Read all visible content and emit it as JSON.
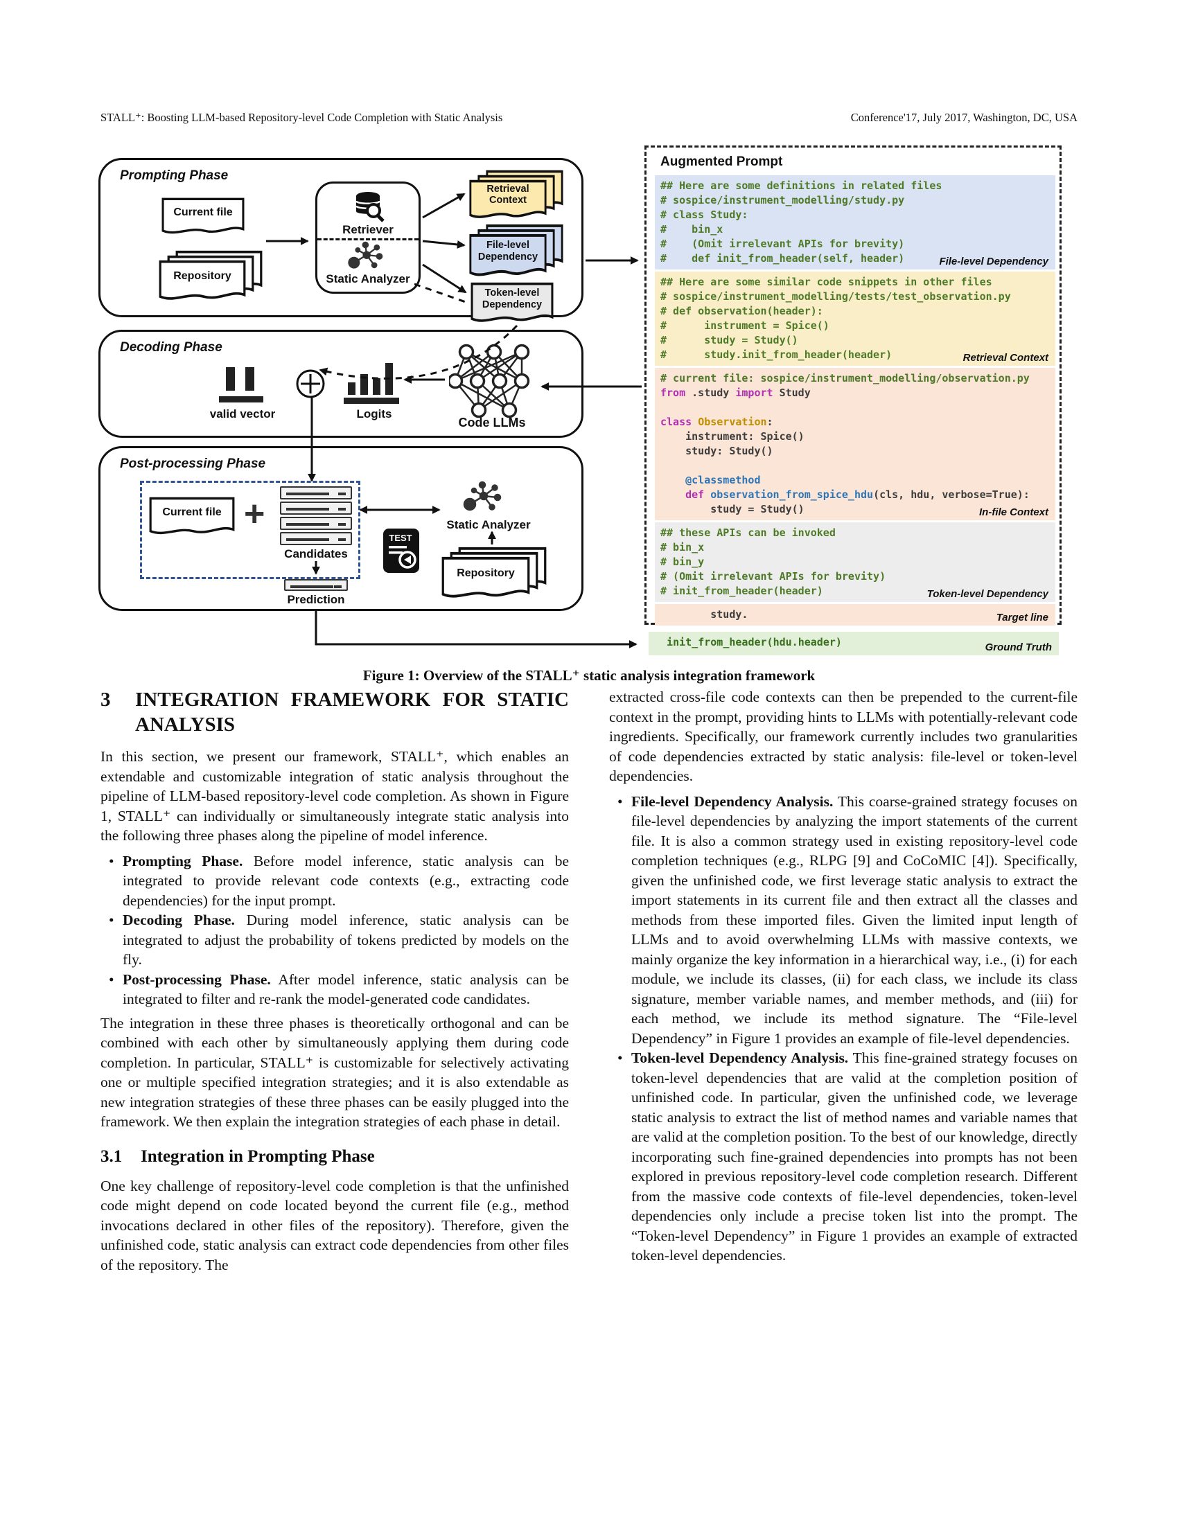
{
  "page": {
    "header_left": "STALL⁺: Boosting LLM-based Repository-level Code Completion with Static Analysis",
    "header_right": "Conference'17, July 2017, Washington, DC, USA",
    "caption": "Figure 1: Overview of the STALL⁺ static analysis integration framework"
  },
  "diagram": {
    "phase_prompting": "Prompting Phase",
    "phase_decoding": "Decoding Phase",
    "phase_post": "Post-processing Phase",
    "current_file": "Current file",
    "repository": "Repository",
    "retriever": "Retriever",
    "static_analyzer": "Static Analyzer",
    "retrieval_context": "Retrieval Context",
    "file_level_dependency": "File-level Dependency",
    "token_level_dependency": "Token-level Dependency",
    "valid_vector": "valid vector",
    "logits": "Logits",
    "code_llms": "Code LLMs",
    "current_file_2": "Current file",
    "candidates": "Candidates",
    "prediction": "Prediction",
    "static_analyzer_2": "Static Analyzer",
    "repository_2": "Repository",
    "plus_sign": "+",
    "test_label": "TEST",
    "colors": {
      "retrieval_doc": "#fbe9ad",
      "file_level_doc": "#ccd9ee",
      "token_level_doc": "#e9e9e9",
      "dashed_group_border": "#2f5496"
    }
  },
  "prompt": {
    "title": "Augmented Prompt",
    "blocks": [
      {
        "id": "file-level",
        "bg": "#dae3f3",
        "tag": "File-level Dependency",
        "lines": [
          [
            [
              "c",
              "## Here are some definitions in related files"
            ]
          ],
          [
            [
              "c",
              "# sospice/instrument_modelling/study.py"
            ]
          ],
          [
            [
              "c",
              "# class Study:"
            ]
          ],
          [
            [
              "c",
              "#    bin_x"
            ]
          ],
          [
            [
              "c",
              "#    (Omit irrelevant APIs for brevity)"
            ]
          ],
          [
            [
              "c",
              "#    def init_from_header(self, header)"
            ]
          ]
        ]
      },
      {
        "id": "retrieval",
        "bg": "#faeec9",
        "tag": "Retrieval Context",
        "lines": [
          [
            [
              "c",
              "## Here are some similar code snippets in other files"
            ]
          ],
          [
            [
              "c",
              "# sospice/instrument_modelling/tests/test_observation.py"
            ]
          ],
          [
            [
              "c",
              "# def observation(header):"
            ]
          ],
          [
            [
              "c",
              "#      instrument = Spice()"
            ]
          ],
          [
            [
              "c",
              "#      study = Study()"
            ]
          ],
          [
            [
              "c",
              "#      study.init_from_header(header)"
            ]
          ]
        ]
      },
      {
        "id": "in-file",
        "bg": "#fbe5d6",
        "tag": "In-file Context",
        "lines": [
          [
            [
              "c",
              "# current file: sospice/instrument_modelling/observation.py"
            ]
          ],
          [
            [
              "k",
              "from"
            ],
            [
              "p",
              " .study "
            ],
            [
              "k",
              "import"
            ],
            [
              "p",
              " Study"
            ]
          ],
          [
            [
              "p",
              " "
            ]
          ],
          [
            [
              "k",
              "class"
            ],
            [
              "p",
              " "
            ],
            [
              "t",
              "Observation"
            ],
            [
              "p",
              ":"
            ]
          ],
          [
            [
              "p",
              "    instrument: Spice()"
            ]
          ],
          [
            [
              "p",
              "    study: Study()"
            ]
          ],
          [
            [
              "p",
              " "
            ]
          ],
          [
            [
              "d",
              "    @classmethod"
            ]
          ],
          [
            [
              "k",
              "    def"
            ],
            [
              "p",
              " "
            ],
            [
              "f",
              "observation_from_spice_hdu"
            ],
            [
              "p",
              "(cls, hdu, verbose=True):"
            ]
          ],
          [
            [
              "p",
              "        study = Study()"
            ]
          ]
        ]
      },
      {
        "id": "token-level",
        "bg": "#ededed",
        "tag": "Token-level Dependency",
        "lines": [
          [
            [
              "c",
              "## these APIs can be invoked"
            ]
          ],
          [
            [
              "c",
              "# bin_x"
            ]
          ],
          [
            [
              "c",
              "# bin_y"
            ]
          ],
          [
            [
              "c",
              "# (Omit irrelevant APIs for brevity)"
            ]
          ],
          [
            [
              "c",
              "# init_from_header(header)"
            ]
          ]
        ]
      },
      {
        "id": "target-line",
        "bg": "#fbe5d6",
        "tag": "Target line",
        "lines": [
          [
            [
              "p",
              "        study."
            ]
          ]
        ]
      }
    ],
    "ground_truth": {
      "id": "ground-truth",
      "bg": "#e2efd9",
      "tag": "Ground Truth",
      "lines": [
        [
          [
            "gt",
            "  init_from_header(hdu.header)"
          ]
        ]
      ]
    }
  },
  "article": {
    "section": {
      "number": "3",
      "title": "INTEGRATION FRAMEWORK FOR STATIC ANALYSIS"
    },
    "left": {
      "p1": "In this section, we present our framework, STALL⁺, which enables an extendable and customizable integration of static analysis throughout the pipeline of LLM-based repository-level code completion. As shown in Figure 1, STALL⁺ can individually or simultaneously integrate static analysis into the following three phases along the pipeline of model inference.",
      "bullets": [
        {
          "title": "Prompting Phase.",
          "text": "Before model inference, static analysis can be integrated to provide relevant code contexts (e.g., extracting code dependencies) for the input prompt."
        },
        {
          "title": "Decoding Phase.",
          "text": "During model inference, static analysis can be integrated to adjust the probability of tokens predicted by models on the fly."
        },
        {
          "title": "Post-processing Phase.",
          "text": "After model inference, static analysis can be integrated to filter and re-rank the model-generated code candidates."
        }
      ],
      "p2": "The integration in these three phases is theoretically orthogonal and can be combined with each other by simultaneously applying them during code completion. In particular, STALL⁺ is customizable for selectively activating one or multiple specified integration strategies; and it is also extendable as new integration strategies of these three phases can be easily plugged into the framework. We then explain the integration strategies of each phase in detail.",
      "subsection": {
        "number": "3.1",
        "title": "Integration in Prompting Phase"
      },
      "p3": "One key challenge of repository-level code completion is that the unfinished code might depend on code located beyond the current file (e.g., method invocations declared in other files of the repository). Therefore, given the unfinished code, static analysis can extract code dependencies from other files of the repository. The"
    },
    "right": {
      "p1": "extracted cross-file code contexts can then be prepended to the current-file context in the prompt, providing hints to LLMs with potentially-relevant code ingredients. Specifically, our framework currently includes two granularities of code dependencies extracted by static analysis: file-level or token-level dependencies.",
      "bullets": [
        {
          "title": "File-level Dependency Analysis.",
          "text": "This coarse-grained strategy focuses on file-level dependencies by analyzing the import statements of the current file. It is also a common strategy used in existing repository-level code completion techniques (e.g., RLPG [9] and CoCoMIC [4]). Specifically, given the unfinished code, we first leverage static analysis to extract the import statements in its current file and then extract all the classes and methods from these imported files. Given the limited input length of LLMs and to avoid overwhelming LLMs with massive contexts, we mainly organize the key information in a hierarchical way, i.e., (i) for each module, we include its classes, (ii) for each class, we include its class signature, member variable names, and member methods, and (iii) for each method, we include its method signature. The “File-level Dependency” in Figure 1 provides an example of file-level dependencies."
        },
        {
          "title": "Token-level Dependency Analysis.",
          "text": "This fine-grained strategy focuses on token-level dependencies that are valid at the completion position of unfinished code. In particular, given the unfinished code, we leverage static analysis to extract the list of method names and variable names that are valid at the completion position. To the best of our knowledge, directly incorporating such fine-grained dependencies into prompts has not been explored in previous repository-level code completion research. Different from the massive code contexts of file-level dependencies, token-level dependencies only include a precise token list into the prompt. The “Token-level Dependency” in Figure 1 provides an example of extracted token-level dependencies."
        }
      ]
    }
  }
}
